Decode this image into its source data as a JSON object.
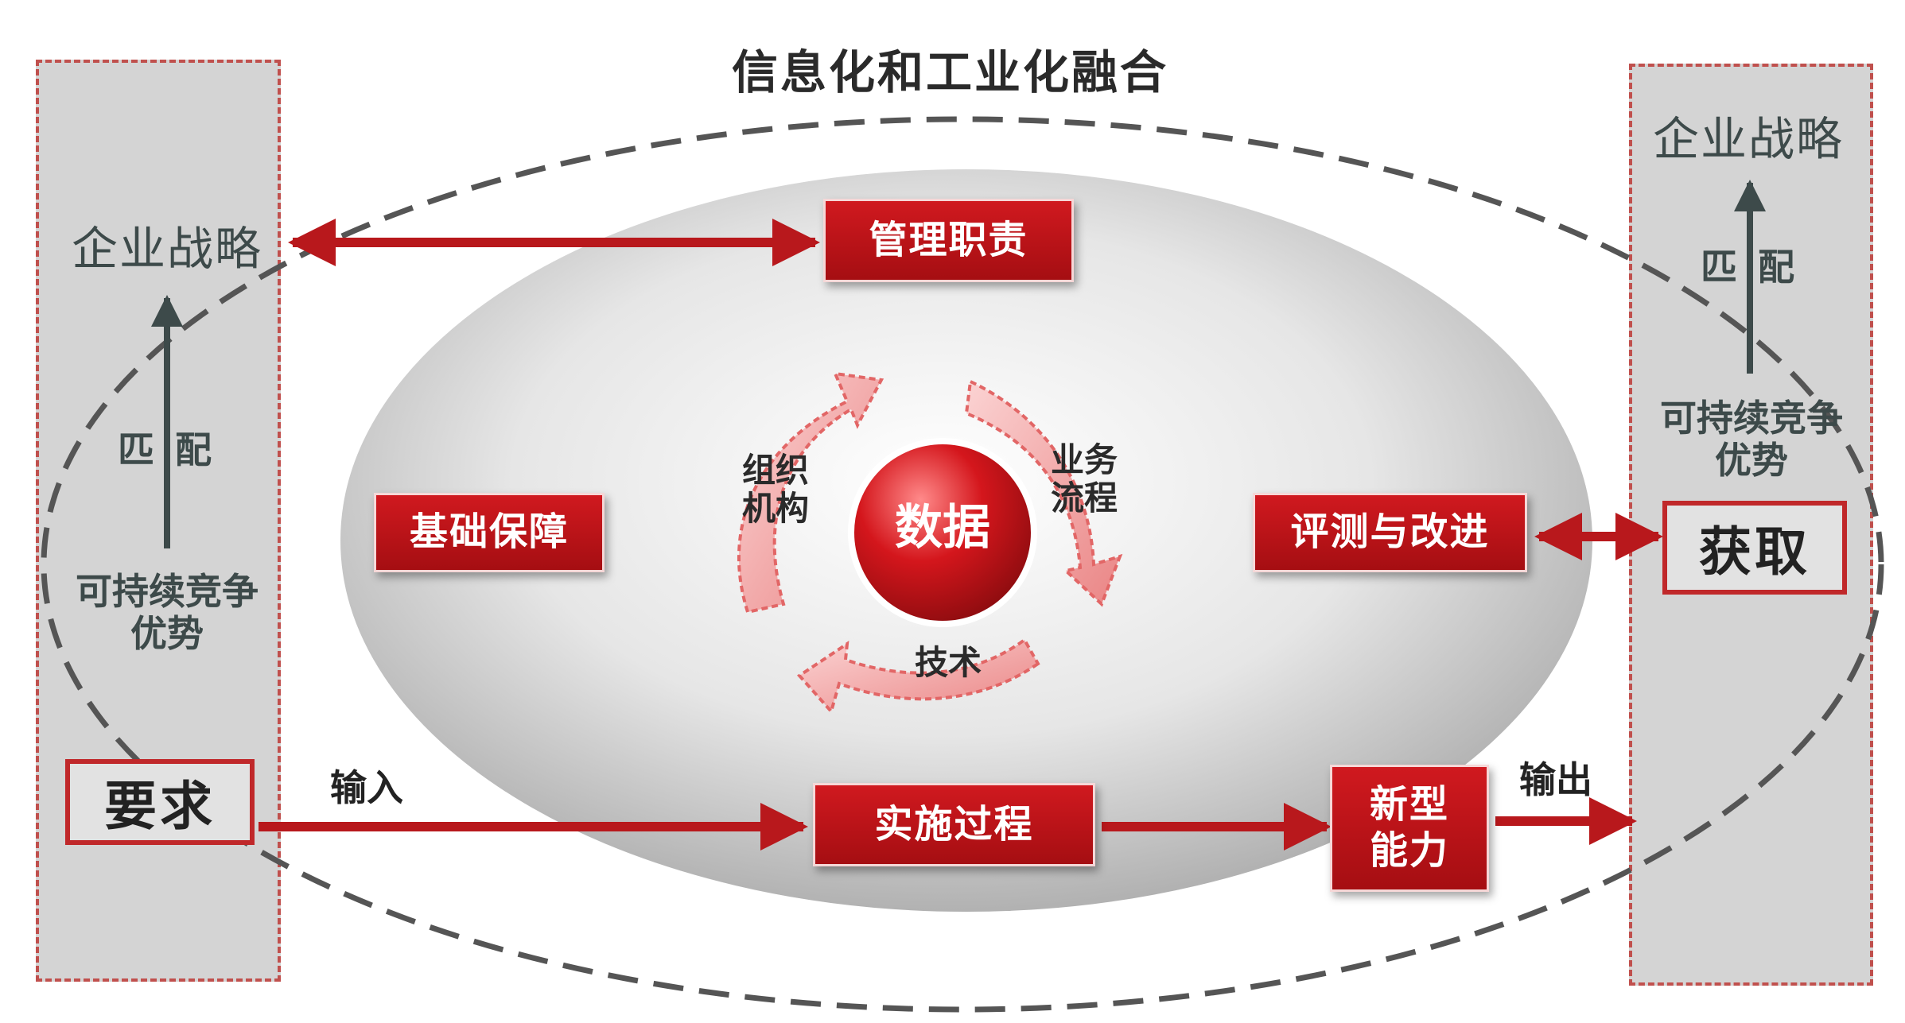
{
  "title": "信息化和工业化融合",
  "left": {
    "strategy": "企业战略",
    "match": "匹配",
    "advantage": "可持续竞争优势",
    "requirement": "要求"
  },
  "right": {
    "strategy": "企业战略",
    "match": "匹配",
    "advantage": "可持续竞争优势",
    "gain": "获取"
  },
  "boxes": {
    "management": "管理职责",
    "foundation": "基础保障",
    "evaluation": "评测与改进",
    "implementation": "实施过程",
    "new_capability": "新型能力"
  },
  "flow": {
    "input": "输入",
    "output": "输出"
  },
  "cycle": {
    "center": "数据",
    "organization": "组织机构",
    "process": "业务流程",
    "technology": "技术"
  },
  "colors": {
    "accent_red": "#c0282a",
    "side_panel": "#d4d4d4",
    "dashed_outline": "#555555"
  }
}
